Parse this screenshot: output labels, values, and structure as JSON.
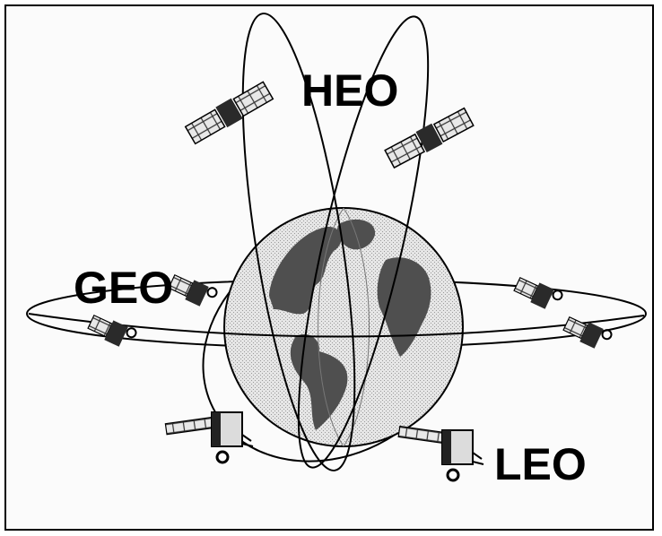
{
  "diagram": {
    "labels": {
      "heo": "HEO",
      "geo": "GEO",
      "leo": "LEO"
    },
    "colors": {
      "ink": "#000000",
      "ocean": "#d8d8d8",
      "land": "#5a5a5a",
      "background": "#fbfbfb"
    }
  }
}
